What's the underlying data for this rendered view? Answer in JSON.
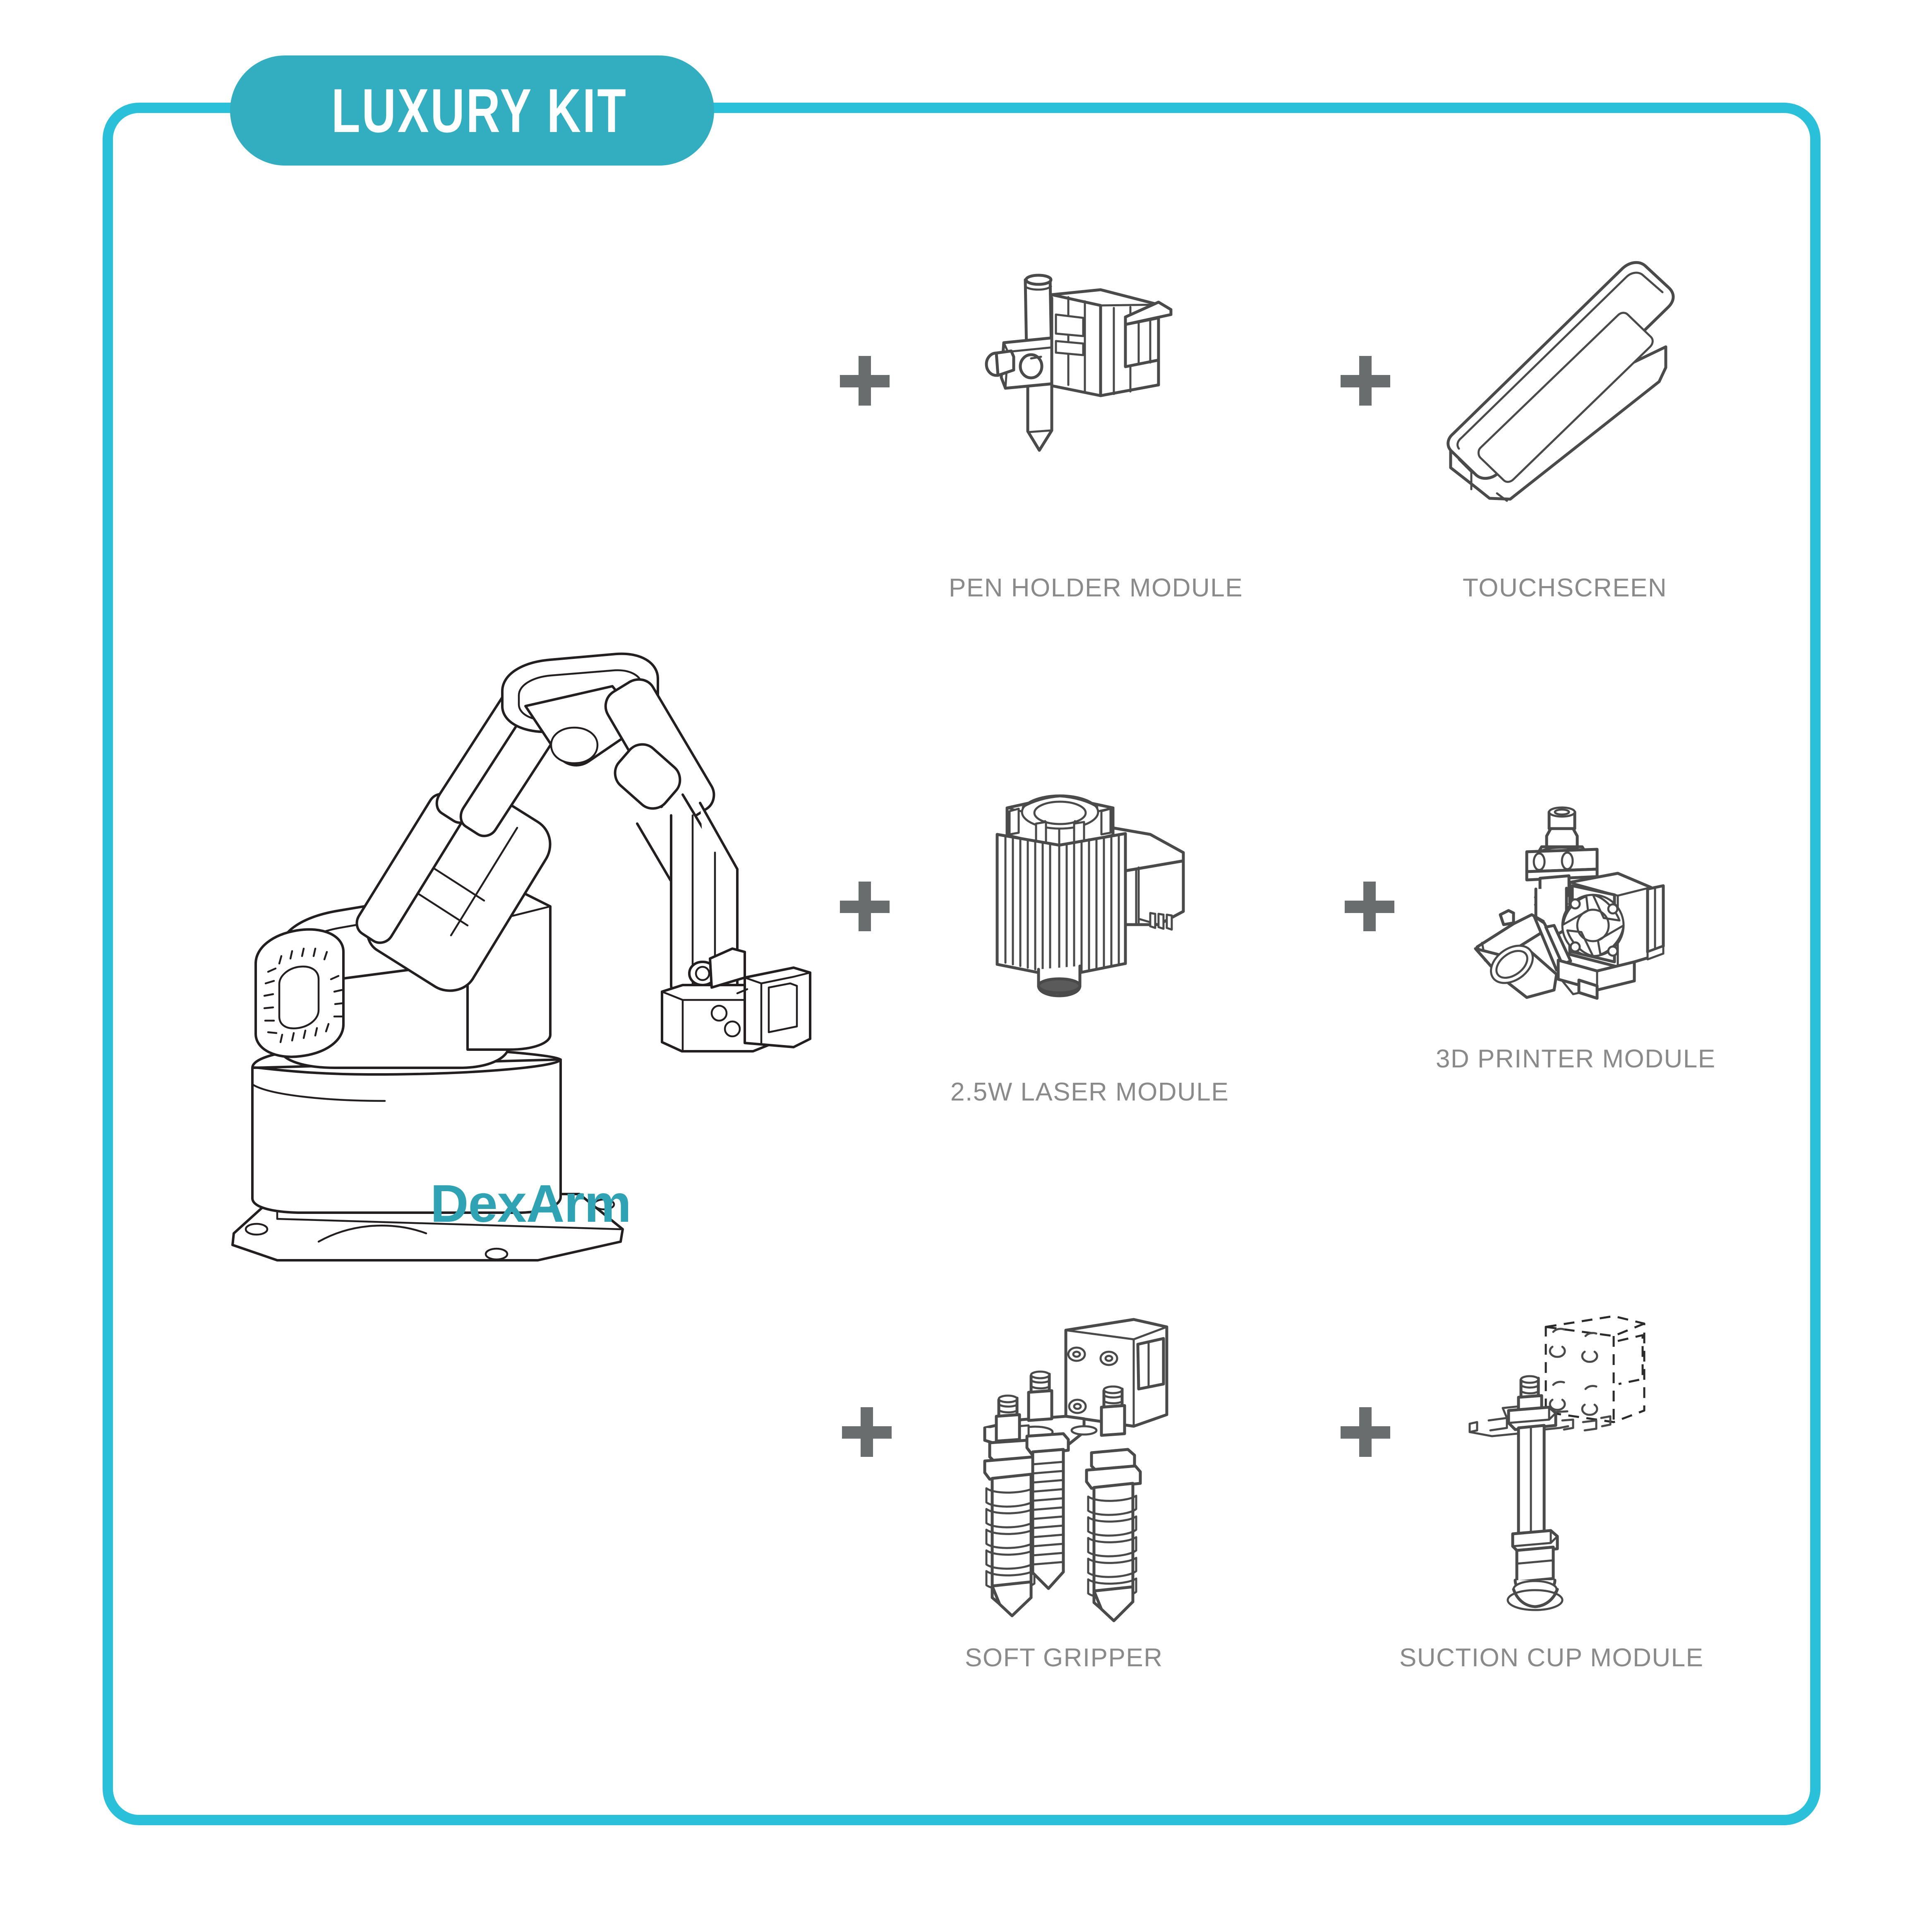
{
  "title": {
    "badge_label": "LUXURY KIT"
  },
  "colors": {
    "frame_border": "#2BC0D9",
    "badge_background": "#32AEC0",
    "badge_text": "#FFFFFF",
    "brand_text": "#2FA3B3",
    "module_label": "#8A8A8A",
    "plus_sign": "#696D6D",
    "line_art": "#4A4A4A",
    "page_background": "#FFFFFF"
  },
  "product": {
    "name": "DexArm",
    "illustration": "robot-arm-line-drawing"
  },
  "plus_symbol": "+",
  "modules": [
    {
      "id": "pen-holder",
      "label": "PEN HOLDER MODULE",
      "icon": "pen-holder-module-illustration"
    },
    {
      "id": "touchscreen",
      "label": "TOUCHSCREEN",
      "icon": "touchscreen-illustration"
    },
    {
      "id": "laser",
      "label": "2.5W LASER MODULE",
      "icon": "laser-module-illustration"
    },
    {
      "id": "printer-3d",
      "label": "3D PRINTER MODULE",
      "icon": "3d-printer-module-illustration"
    },
    {
      "id": "soft-gripper",
      "label": "SOFT GRIPPER",
      "icon": "soft-gripper-illustration"
    },
    {
      "id": "suction-cup",
      "label": "SUCTION CUP MODULE",
      "icon": "suction-cup-module-illustration"
    }
  ]
}
